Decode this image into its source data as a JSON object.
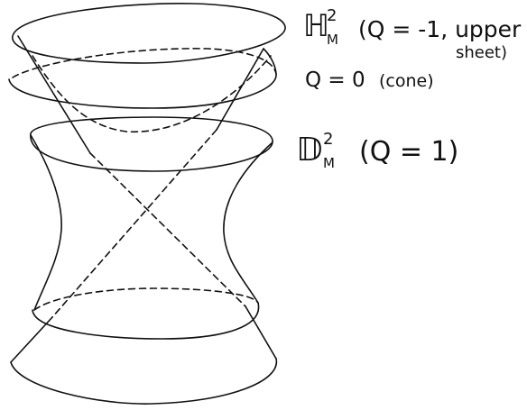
{
  "labels": {
    "hyperboloid_two_sheet": {
      "symbol": "ℍ",
      "sup": "2",
      "sub": "M",
      "line1": "(Q = -1, upper",
      "line2": "sheet)"
    },
    "cone": {
      "text": "Q = 0",
      "note": "(cone)"
    },
    "hyperboloid_one_sheet": {
      "symbol": "𝔻",
      "sup": "2",
      "sub": "M",
      "text": "(Q = 1)"
    }
  },
  "colors": {
    "ink": "#111111",
    "background": "#ffffff"
  }
}
